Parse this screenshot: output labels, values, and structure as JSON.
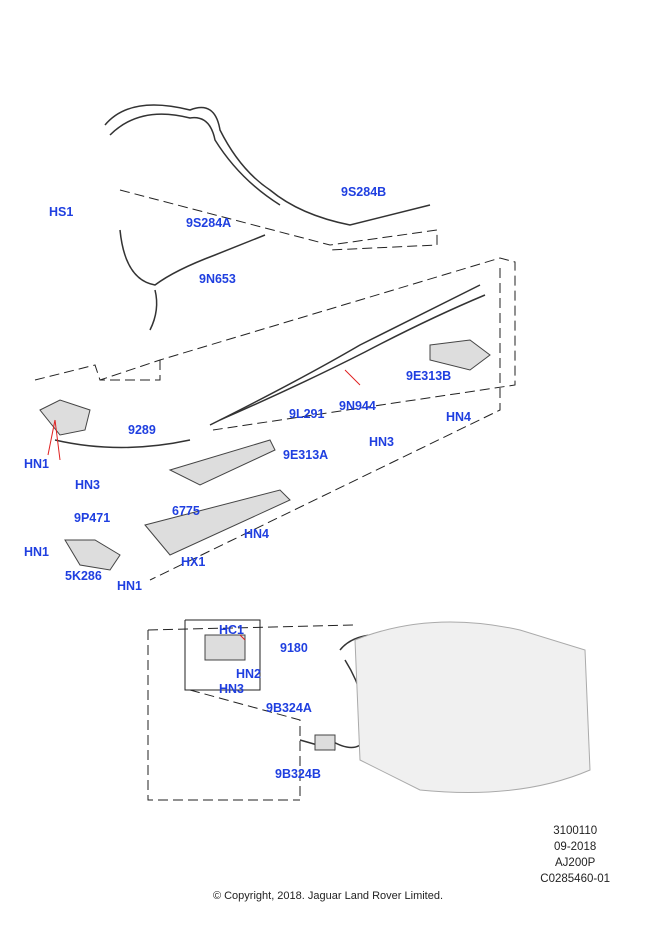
{
  "callouts": {
    "hs1": "HS1",
    "p9s284a": "9S284A",
    "p9s284b": "9S284B",
    "p9n653": "9N653",
    "p9289": "9289",
    "p9l291": "9L291",
    "p9n944": "9N944",
    "p9e313b": "9E313B",
    "hn4_a": "HN4",
    "hn3_a": "HN3",
    "hn1_a": "HN1",
    "hn3_b": "HN3",
    "p9e313a": "9E313A",
    "p9p471": "9P471",
    "p6775": "6775",
    "hn4_b": "HN4",
    "hn1_b": "HN1",
    "p5k286": "5K286",
    "hx1": "HX1",
    "hn1_c": "HN1",
    "hc1": "HC1",
    "p9180": "9180",
    "hn2": "HN2",
    "hn3_c": "HN3",
    "p9b324a": "9B324A",
    "p9b324b": "9B324B"
  },
  "meta": {
    "code": "3100110",
    "date": "09-2018",
    "model": "AJ200P",
    "ref": "C0285460-01"
  },
  "copyright": "© Copyright, 2018. Jaguar Land Rover Limited.",
  "colors": {
    "callout": "#1f3fe0",
    "leader_red": "#e02020"
  }
}
